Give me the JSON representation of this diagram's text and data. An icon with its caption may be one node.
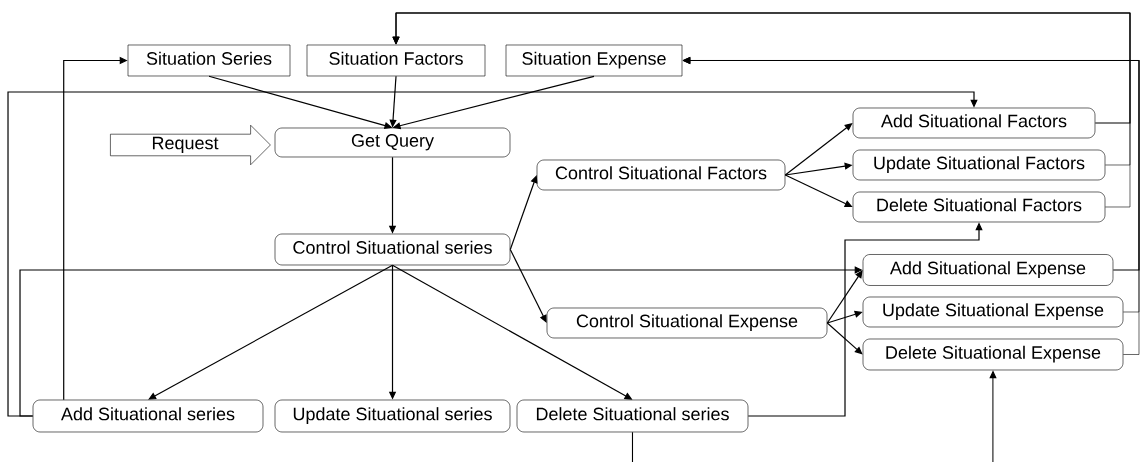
{
  "diagram": {
    "nodes": [
      {
        "text": [
          "Situation Series"
        ]
      },
      {
        "text": [
          "Situation Factors"
        ]
      },
      {
        "text": [
          "Situation Expense"
        ]
      },
      {
        "text": [
          "Request"
        ]
      },
      {
        "text": [
          "Get Query"
        ]
      },
      {
        "text": [
          "Control Situational series"
        ]
      },
      {
        "text": [
          "Control Situational Factors"
        ]
      },
      {
        "text": [
          "Add Situational Factors"
        ]
      },
      {
        "text": [
          "Update Situational Factors"
        ]
      },
      {
        "text": [
          "Delete Situational Factors"
        ]
      },
      {
        "text": [
          "Control Situational Expense"
        ]
      },
      {
        "text": [
          "Add Situational Expense"
        ]
      },
      {
        "text": [
          "Update Situational Expense"
        ]
      },
      {
        "text": [
          "Delete Situational Expense"
        ]
      },
      {
        "text": [
          "Add Situational series"
        ]
      },
      {
        "text": [
          "Update Situational series"
        ]
      },
      {
        "text": [
          "Delete Situational series"
        ]
      }
    ],
    "edges": [
      {
        "from": 0,
        "to": 4,
        "arrow": "to"
      },
      {
        "from": 1,
        "to": 4,
        "arrow": "to"
      },
      {
        "from": 2,
        "to": 4,
        "arrow": "to"
      },
      {
        "from": 4,
        "to": 5,
        "arrow": "to"
      },
      {
        "from": 5,
        "to": 6,
        "arrow": "to"
      },
      {
        "from": 5,
        "to": 10,
        "arrow": "to"
      },
      {
        "from": 5,
        "to": 14,
        "arrow": "to"
      },
      {
        "from": 5,
        "to": 15,
        "arrow": "to"
      },
      {
        "from": 5,
        "to": 16,
        "arrow": "to"
      },
      {
        "from": 6,
        "to": 7,
        "arrow": "to"
      },
      {
        "from": 6,
        "to": 8,
        "arrow": "to"
      },
      {
        "from": 6,
        "to": 9,
        "arrow": "to"
      },
      {
        "from": 10,
        "to": 11,
        "arrow": "to"
      },
      {
        "from": 10,
        "to": 12,
        "arrow": "to"
      },
      {
        "from": 10,
        "to": 13,
        "arrow": "to"
      },
      {
        "from": 7,
        "to": 1,
        "arrow": "to"
      },
      {
        "from": 8,
        "to": 1,
        "arrow": "to"
      },
      {
        "from": 9,
        "to": 1,
        "arrow": "to"
      },
      {
        "from": 11,
        "to": 2,
        "arrow": "to"
      },
      {
        "from": 12,
        "to": 2,
        "arrow": "to"
      },
      {
        "from": 13,
        "to": 2,
        "arrow": "to"
      },
      {
        "from": 14,
        "to": 7,
        "arrow": "to"
      },
      {
        "from": 14,
        "to": 11,
        "arrow": "to"
      },
      {
        "from": 14,
        "to": 0,
        "arrow": "to"
      },
      {
        "from": 16,
        "to": 9,
        "arrow": "to"
      },
      {
        "from": 16,
        "to": null,
        "arrow": "none"
      },
      {
        "from": null,
        "to": 13,
        "arrow": "to"
      }
    ]
  }
}
